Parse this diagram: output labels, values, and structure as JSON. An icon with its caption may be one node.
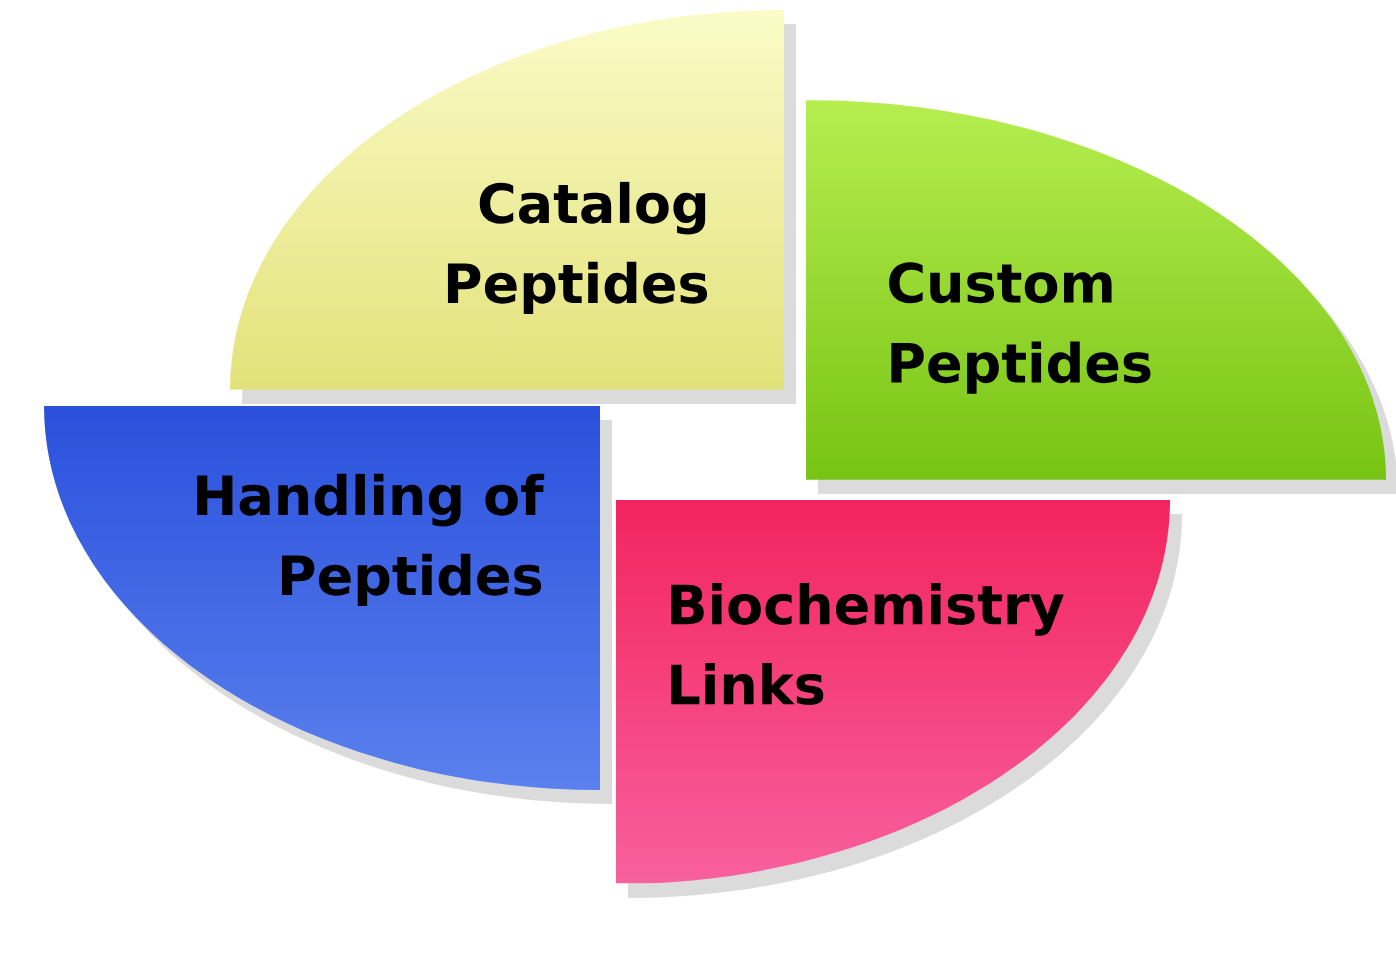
{
  "diagram": {
    "nodes": [
      {
        "text": [
          "Catalog Peptides"
        ]
      },
      {
        "text": [
          "Custom Peptides"
        ]
      },
      {
        "text": [
          "Handling of Peptides"
        ]
      },
      {
        "text": [
          "Biochemistry Links"
        ]
      }
    ]
  }
}
